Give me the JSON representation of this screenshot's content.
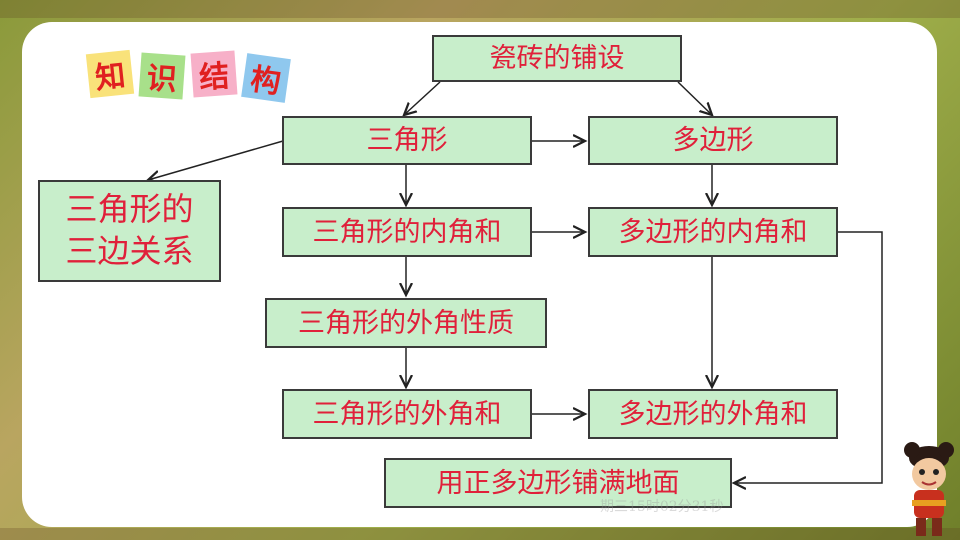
{
  "badge": {
    "chars": [
      "知",
      "识",
      "结",
      "构"
    ]
  },
  "boxes": {
    "root": "瓷砖的铺设",
    "triangle": "三角形",
    "polygon": "多边形",
    "tri_sides_line1": "三角形的",
    "tri_sides_line2": "三边关系",
    "tri_interior": "三角形的内角和",
    "poly_interior": "多边形的内角和",
    "tri_exterior_prop": "三角形的外角性质",
    "tri_exterior_sum": "三角形的外角和",
    "poly_exterior_sum": "多边形的外角和",
    "tiling": "用正多边形铺满地面"
  },
  "footer": {
    "timestamp_fragment": "期三15时02分31秒"
  },
  "colors": {
    "box_fill": "#c8eecb",
    "box_text": "#e0203a",
    "badge_colors": [
      "#f9e27a",
      "#a8e08a",
      "#f7b0c8",
      "#8fc8ee"
    ]
  }
}
